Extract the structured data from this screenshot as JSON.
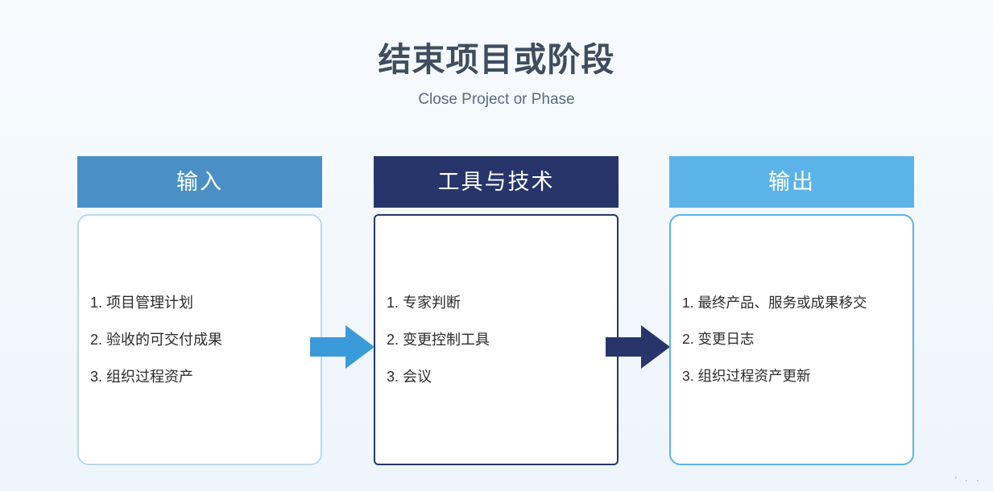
{
  "slide": {
    "title": "结束项目或阶段",
    "subtitle": "Close Project or Phase",
    "corner_marks": "'  ·  ·",
    "colors": {
      "input_header": "#4a90c7",
      "tools_header": "#27356b",
      "output_header": "#5cb3e8",
      "arrow_light": "#3b9ad9",
      "arrow_dark": "#27356b",
      "background": "#f4f8fc",
      "title_text": "#3f4d5f"
    },
    "columns": [
      {
        "key": "input",
        "header": "输入",
        "items": [
          "1. 项目管理计划",
          "2. 验收的可交付成果",
          "3. 组织过程资产"
        ]
      },
      {
        "key": "tools",
        "header": "工具与技术",
        "items": [
          "1. 专家判断",
          "2. 变更控制工具",
          "3. 会议"
        ]
      },
      {
        "key": "output",
        "header": "输出",
        "items": [
          "1. 最终产品、服务或成果移交",
          "2. 变更日志",
          "3. 组织过程资产更新"
        ]
      }
    ],
    "arrows": [
      {
        "name": "arrow-input-to-tools",
        "color": "#3b9ad9"
      },
      {
        "name": "arrow-tools-to-output",
        "color": "#27356b"
      }
    ]
  }
}
